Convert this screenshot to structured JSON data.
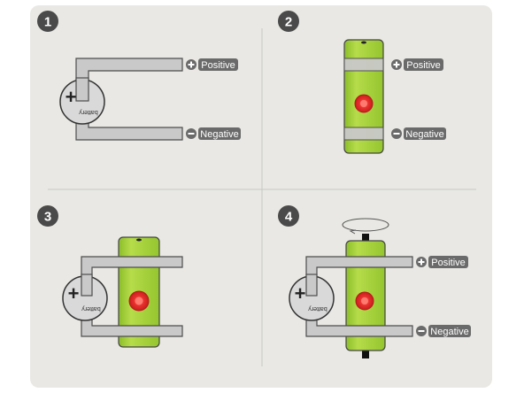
{
  "steps": [
    {
      "number": "1",
      "positive_label": "Positive",
      "negative_label": "Negative",
      "battery_label": "battery",
      "battery_symbol": "+"
    },
    {
      "number": "2",
      "positive_label": "Positive",
      "negative_label": "Negative"
    },
    {
      "number": "3",
      "battery_label": "battery",
      "battery_symbol": "+"
    },
    {
      "number": "4",
      "positive_label": "Positive",
      "negative_label": "Negative",
      "battery_label": "battery",
      "battery_symbol": "+"
    }
  ],
  "colors": {
    "panel_bg": "#e9e8e4",
    "badge_bg": "#4a4a4a",
    "wire_fill": "#c9c9c9",
    "wire_stroke": "#4d4d4d",
    "cylinder_green": "#a8d23a",
    "led_red": "#e8322e",
    "divider": "#c8c8c4"
  },
  "icons": [
    "plus-circle-icon",
    "minus-circle-icon",
    "rotation-arrow-icon",
    "led-icon"
  ]
}
